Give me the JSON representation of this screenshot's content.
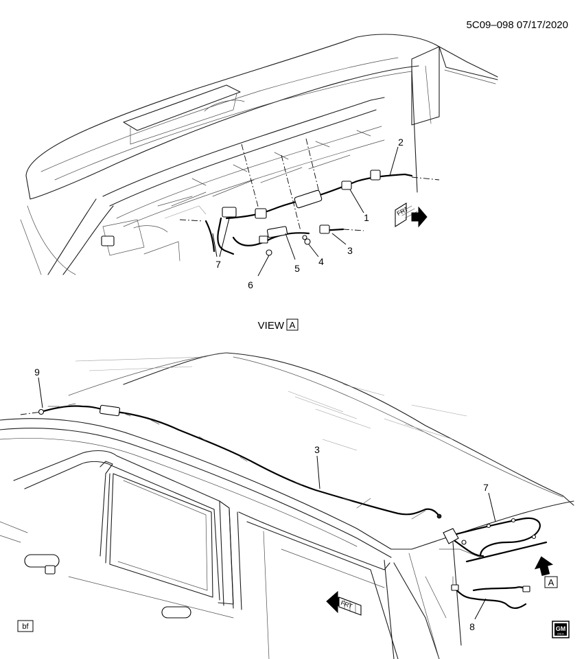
{
  "header": {
    "doc_code": "5C09–098 07/17/2020"
  },
  "view_a": {
    "title": "VIEW",
    "title_box": "A",
    "callouts": [
      "1",
      "2",
      "3",
      "4",
      "5",
      "6",
      "7"
    ],
    "front_arrow_label": "FRT"
  },
  "lower_view": {
    "callouts": [
      "9",
      "3",
      "7",
      "8"
    ],
    "front_arrow_label": "FRT",
    "view_arrow_label": "A"
  },
  "footer": {
    "bf_box": "bf",
    "logo_text": "GM",
    "logo_subtext": "OCA"
  }
}
